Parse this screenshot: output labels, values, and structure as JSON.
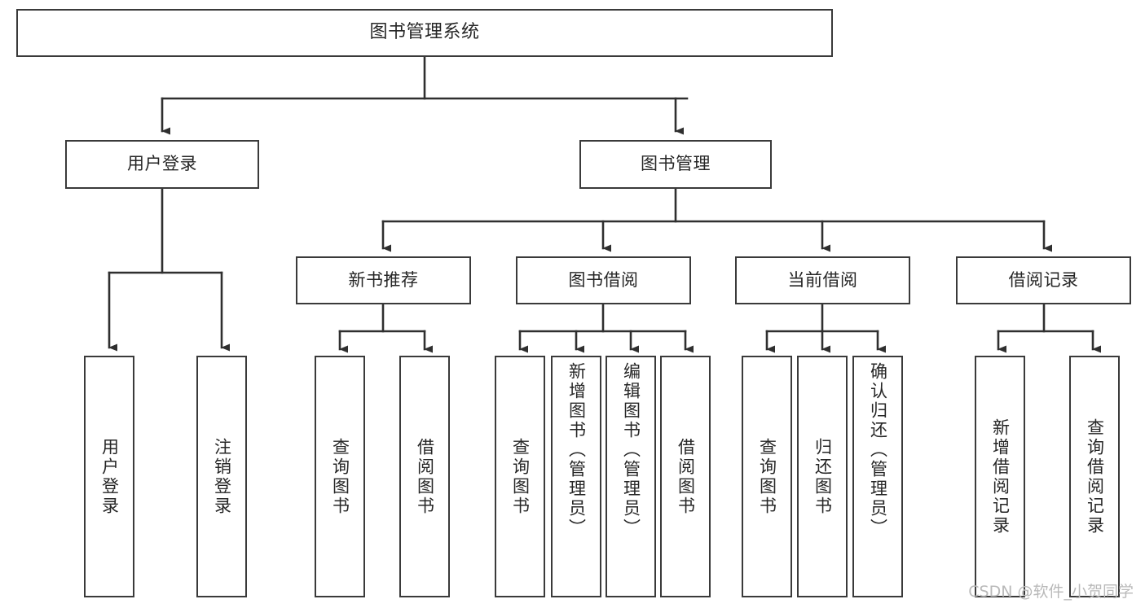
{
  "diagram": {
    "title": "图书管理系统",
    "type": "tree-structure-chart",
    "background_color": "#ffffff",
    "border_color": "#3a3a3a",
    "text_color": "#262626",
    "watermark": "CSDN @软件_小贺同学",
    "watermark_color": "#b9b9b9"
  },
  "nodes": {
    "root": {
      "label": "图书管理系统",
      "level": 1
    },
    "level2": [
      {
        "id": "user-login",
        "label": "用户登录"
      },
      {
        "id": "book-management",
        "label": "图书管理"
      }
    ],
    "level3": [
      {
        "id": "new-book-recommend",
        "label": "新书推荐"
      },
      {
        "id": "book-borrow",
        "label": "图书借阅"
      },
      {
        "id": "current-borrow",
        "label": "当前借阅"
      },
      {
        "id": "borrow-record",
        "label": "借阅记录"
      }
    ],
    "leaves": {
      "user_login": [
        {
          "id": "leaf-user-login",
          "label": "用户登录"
        },
        {
          "id": "leaf-logout-login",
          "label": "注销登录"
        }
      ],
      "new_book_recommend": [
        {
          "id": "leaf-query-book-1",
          "label": "查询图书"
        },
        {
          "id": "leaf-borrow-book-1",
          "label": "借阅图书"
        }
      ],
      "book_borrow": [
        {
          "id": "leaf-query-book-2",
          "label": "查询图书"
        },
        {
          "id": "leaf-add-book",
          "label": "新增图书（管理员）"
        },
        {
          "id": "leaf-edit-book",
          "label": "编辑图书（管理员）"
        },
        {
          "id": "leaf-borrow-book-2",
          "label": "借阅图书"
        }
      ],
      "current_borrow": [
        {
          "id": "leaf-query-book-3",
          "label": "查询图书"
        },
        {
          "id": "leaf-return-book",
          "label": "归还图书"
        },
        {
          "id": "leaf-confirm-return",
          "label": "确认归还（管理员）"
        }
      ],
      "borrow_record": [
        {
          "id": "leaf-add-record",
          "label": "新增借阅记录"
        },
        {
          "id": "leaf-query-record",
          "label": "查询借阅记录"
        }
      ]
    }
  }
}
